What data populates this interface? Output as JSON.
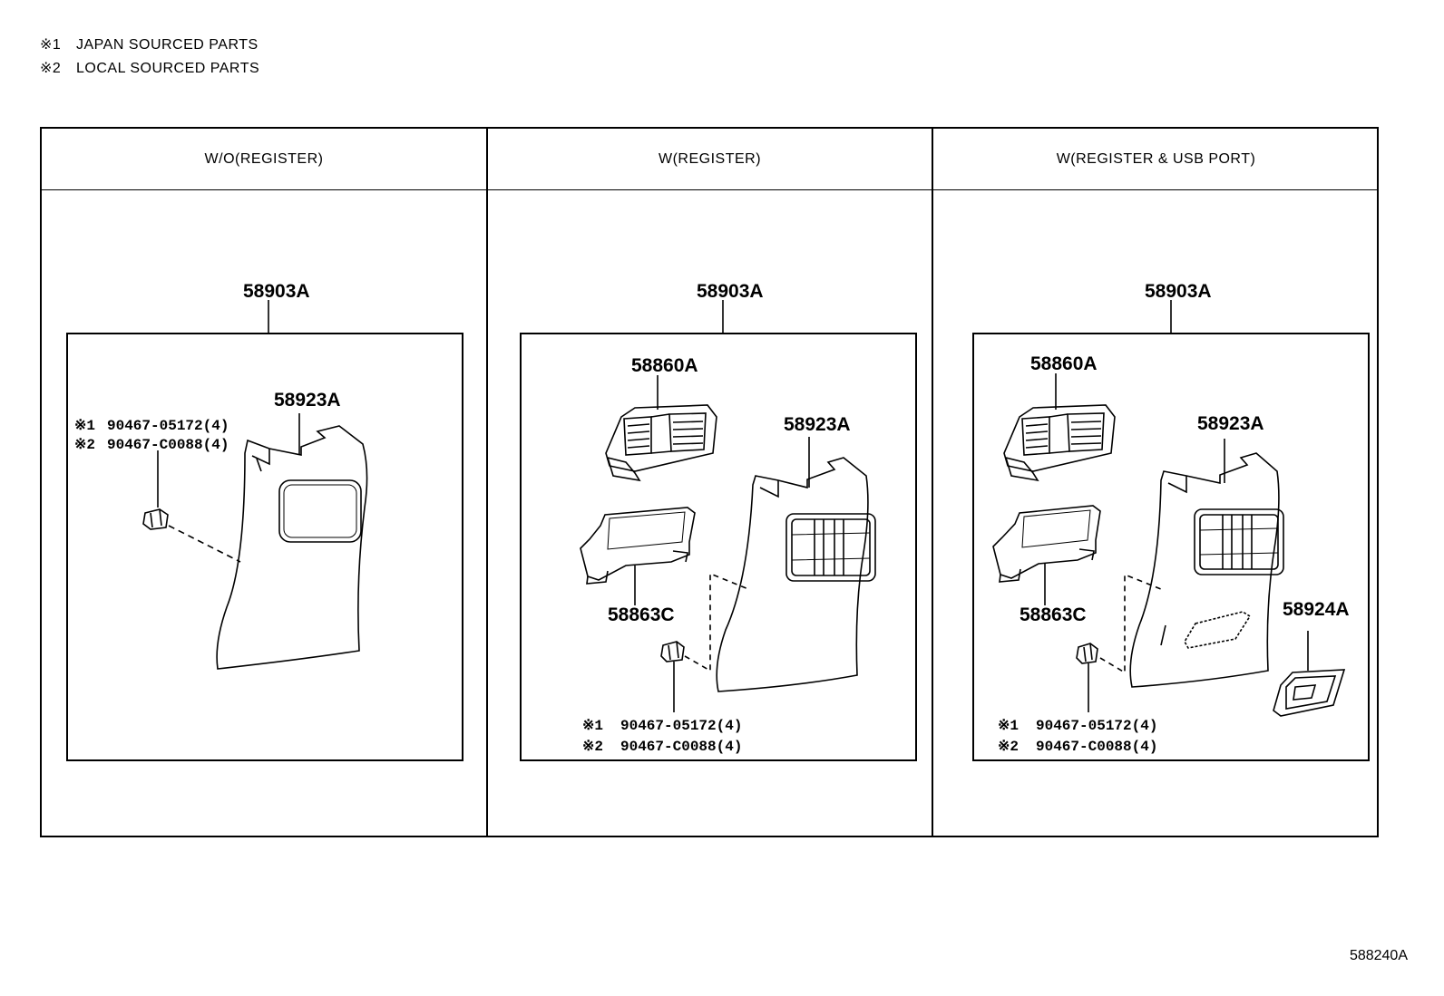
{
  "notes": [
    {
      "mark": "※1",
      "text": "JAPAN SOURCED PARTS"
    },
    {
      "mark": "※2",
      "text": "LOCAL SOURCED PARTS"
    }
  ],
  "columns": [
    {
      "header": "W/O(REGISTER)",
      "assembly": "58903A",
      "parts": {
        "panel": "58923A"
      },
      "clip": {
        "line1_mark": "※1",
        "line1": "90467-05172(4)",
        "line2_mark": "※2",
        "line2": "90467-C0088(4)"
      }
    },
    {
      "header": "W(REGISTER)",
      "assembly": "58903A",
      "parts": {
        "register": "58860A",
        "housing": "58863C",
        "panel": "58923A"
      },
      "clip": {
        "line1_mark": "※1",
        "line1": "90467-05172(4)",
        "line2_mark": "※2",
        "line2": "90467-C0088(4)"
      }
    },
    {
      "header": "W(REGISTER & USB PORT)",
      "assembly": "58903A",
      "parts": {
        "register": "58860A",
        "housing": "58863C",
        "panel": "58923A",
        "usb": "58924A"
      },
      "clip": {
        "line1_mark": "※1",
        "line1": "90467-05172(4)",
        "line2_mark": "※2",
        "line2": "90467-C0088(4)"
      }
    }
  ],
  "ref_code": "588240A"
}
